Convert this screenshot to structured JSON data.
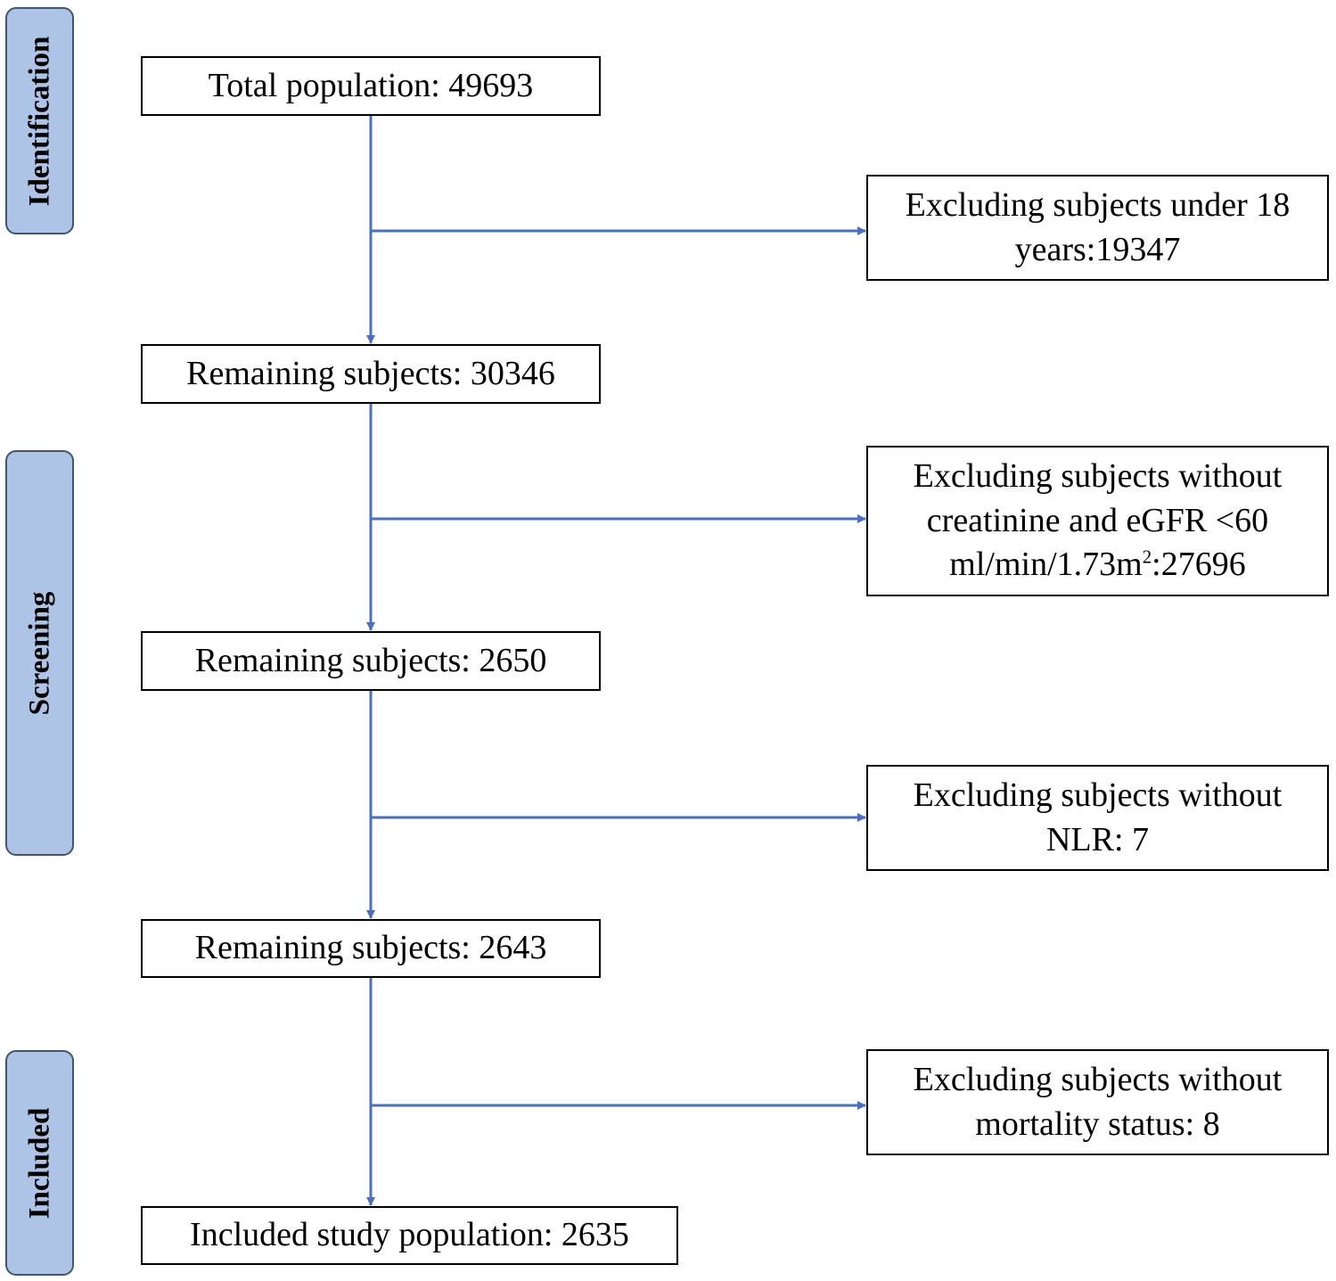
{
  "phases": {
    "identification": "Identification",
    "screening": "Screening",
    "included": "Included"
  },
  "flow": {
    "total": "Total population: 49693",
    "remaining1": "Remaining subjects: 30346",
    "remaining2": "Remaining subjects: 2650",
    "remaining3": "Remaining subjects: 2643",
    "included": "Included study population: 2635"
  },
  "exclusions": {
    "age": {
      "line1": "Excluding subjects under 18",
      "line2": "years:19347"
    },
    "creatinine": {
      "line1": "Excluding subjects without",
      "line2": "creatinine and eGFR <60",
      "line3_pre": "ml/min/1.73m",
      "line3_sup": "2",
      "line3_post": ":27696"
    },
    "nlr": {
      "line1": "Excluding subjects without",
      "line2": "NLR: 7"
    },
    "mortality": {
      "line1": "Excluding subjects without",
      "line2": "mortality status: 8"
    }
  },
  "colors": {
    "arrow": "#4a6fc2",
    "phase_fill": "#aec4e6",
    "phase_border": "#44546a"
  }
}
